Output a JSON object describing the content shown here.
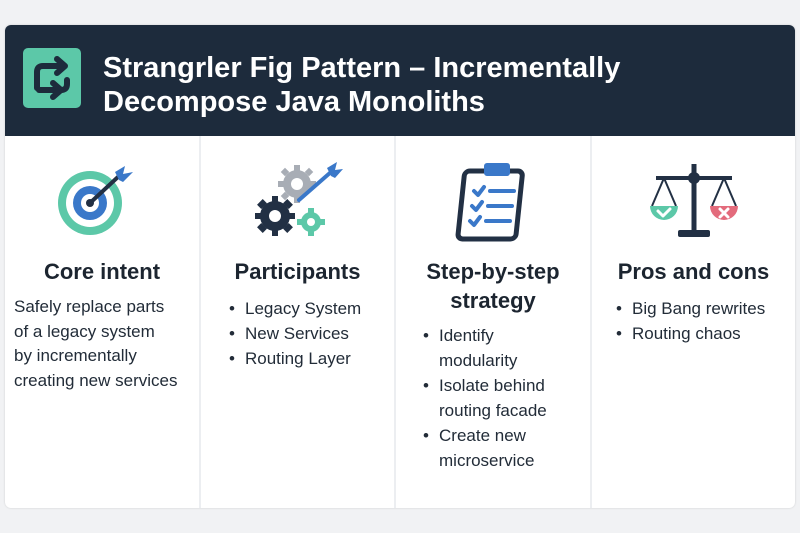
{
  "header": {
    "title_line1": "Strangrler Fig Pattern – Incrementally",
    "title_line2": "Decompose Java Monoliths",
    "logo_icon": "route-arrows-icon"
  },
  "colors": {
    "header_bg": "#1d2b3c",
    "accent_teal": "#5cc8a8",
    "accent_blue": "#3a78c9",
    "dark_navy": "#223044",
    "check_green": "#5cc8a8",
    "cross_red": "#e36b7c"
  },
  "columns": [
    {
      "icon": "target-dart-icon",
      "title": "Core intent",
      "text_lines": [
        "Safely replace parts",
        "of a legacy system",
        "by incrementally",
        "creating new services"
      ]
    },
    {
      "icon": "gears-dart-icon",
      "title": "Participants",
      "bullets": [
        "Legacy System",
        "New Services",
        "Routing Layer"
      ]
    },
    {
      "icon": "clipboard-checklist-icon",
      "title_line1": "Step-by-step",
      "title_line2": "strategy",
      "bullets": [
        [
          "Identify",
          "modularity"
        ],
        [
          "Isolate behind",
          "routing facade"
        ],
        [
          "Create new",
          "microservice"
        ]
      ]
    },
    {
      "icon": "balance-scale-icon",
      "title": "Pros and cons",
      "bullets": [
        "Big Bang rewrites",
        "Routing chaos"
      ]
    }
  ]
}
